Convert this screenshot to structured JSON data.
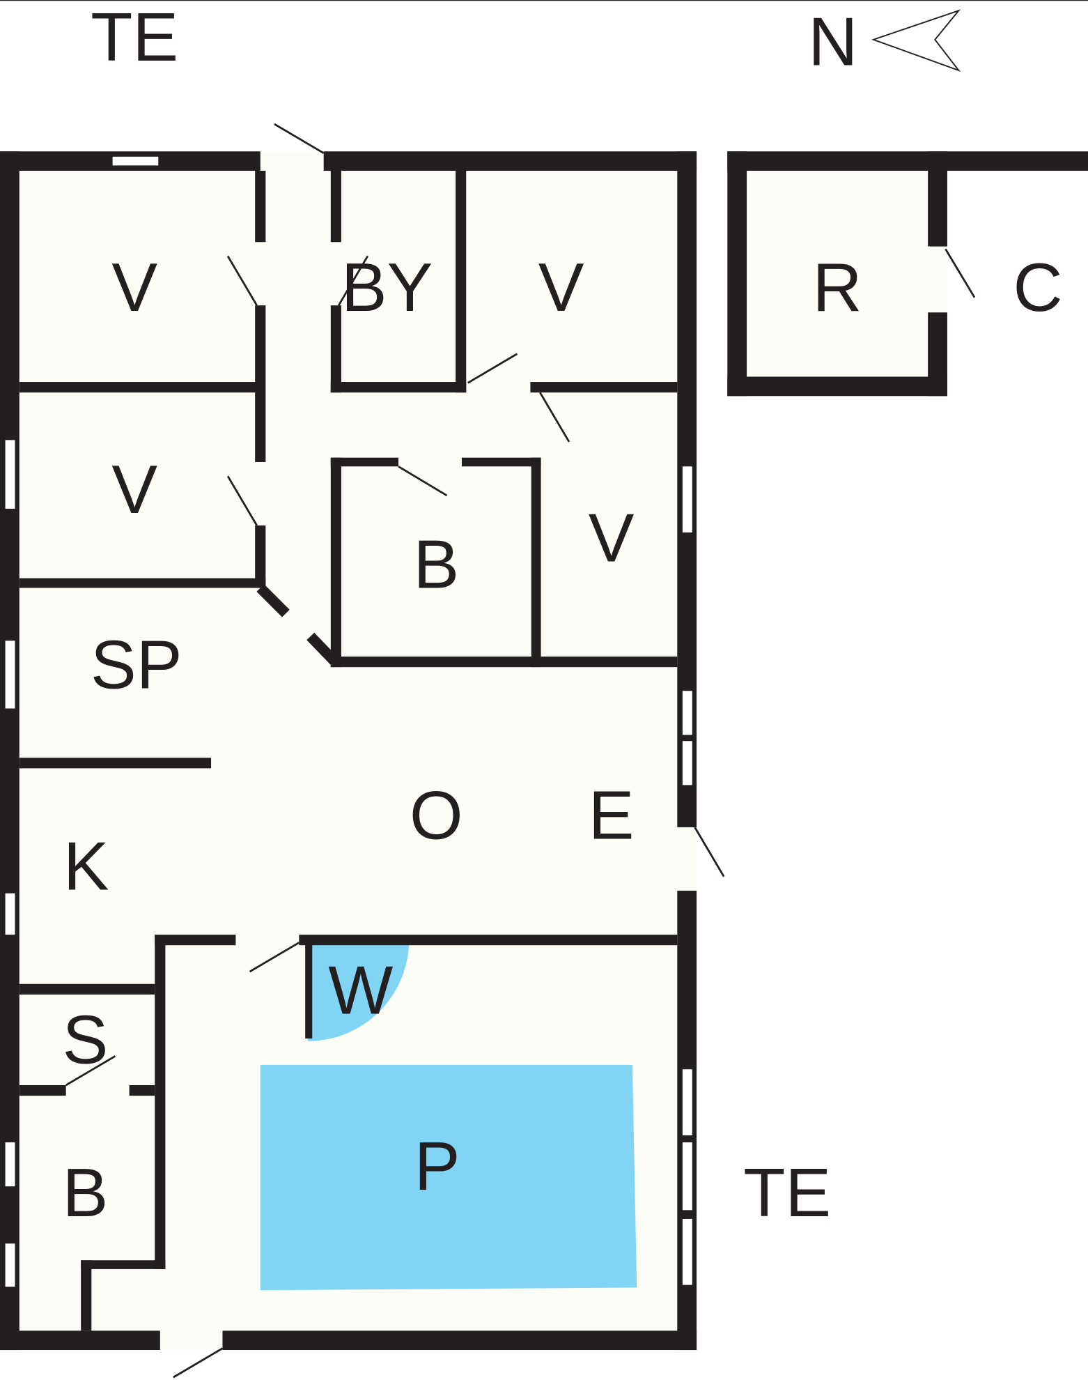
{
  "compass": {
    "label": "N"
  },
  "colors": {
    "wall": "#231f20",
    "floor": "#fdfdf8",
    "water": "#82d4f5"
  },
  "labels": {
    "terrace_top": "TE",
    "terrace_right": "TE",
    "room_v1": "V",
    "room_by": "BY",
    "room_v2": "V",
    "room_r": "R",
    "room_c": "C",
    "room_v3": "V",
    "room_b1": "B",
    "room_v4": "V",
    "room_sp": "SP",
    "room_o": "O",
    "room_e": "E",
    "room_k": "K",
    "room_w": "W",
    "room_s": "S",
    "room_p": "P",
    "room_b2": "B"
  }
}
